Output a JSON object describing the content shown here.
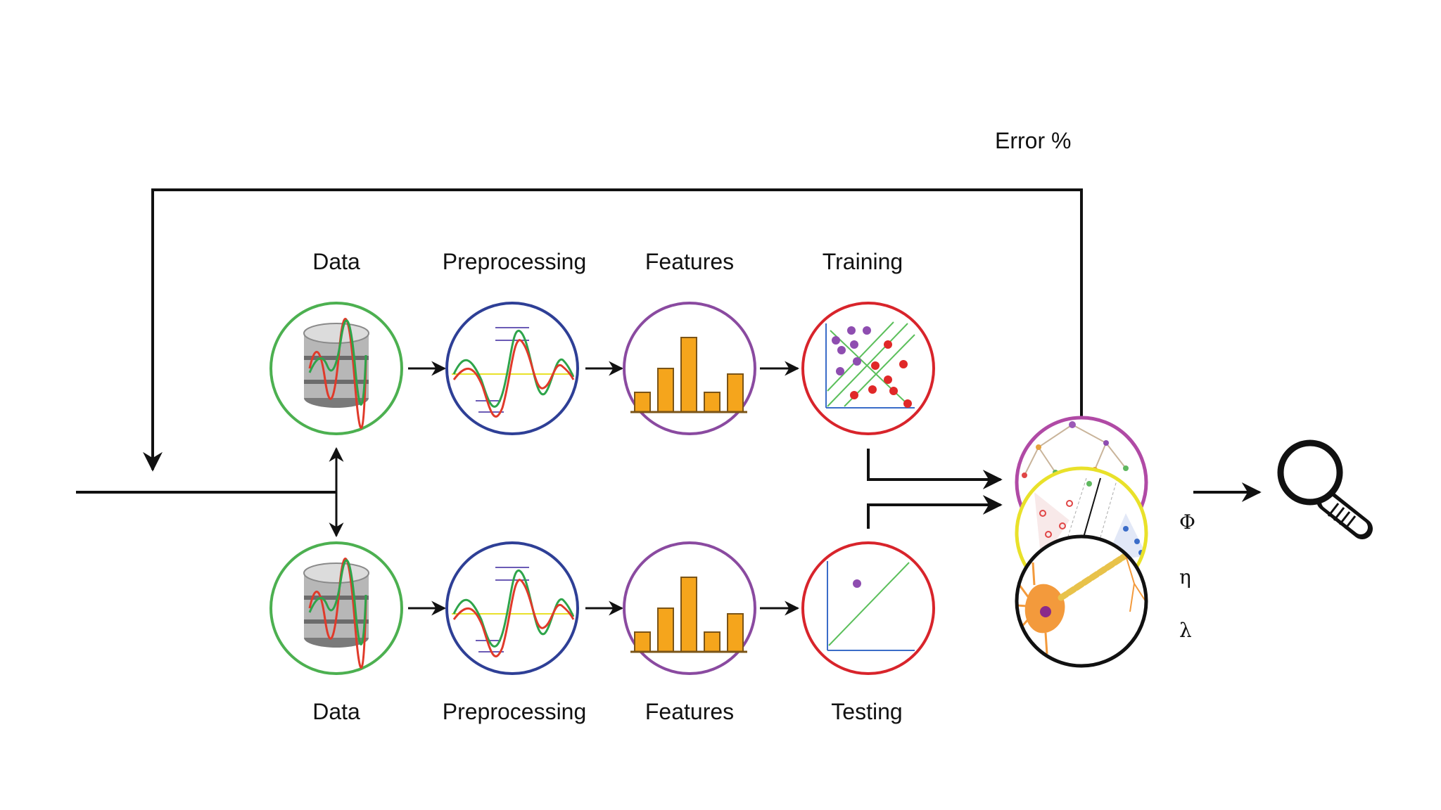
{
  "error_label": "Error %",
  "top_row": {
    "labels": [
      "Data",
      "Preprocessing",
      "Features",
      "Training"
    ]
  },
  "bottom_row": {
    "labels": [
      "Data",
      "Preprocessing",
      "Features",
      "Testing"
    ]
  },
  "parameters": [
    "Φ",
    "η",
    "λ"
  ],
  "colors": {
    "data": "#4cb050",
    "preprocessing": "#2e3f96",
    "features": "#8a4aa0",
    "training": "#d8242b",
    "model_tree": "#b04aa5",
    "model_svm": "#e9e12a",
    "model_neuron": "#111111",
    "bar_fill": "#f5a51c",
    "signal_green": "#2ea44a",
    "signal_red": "#e03a2a",
    "axis_blue": "#3a6cc8"
  },
  "icons": [
    "database-icon",
    "signal-wave-icon",
    "bar-chart-icon",
    "scatter-plot-icon",
    "decision-tree-icon",
    "svm-icon",
    "neuron-icon",
    "magnifier-icon"
  ]
}
